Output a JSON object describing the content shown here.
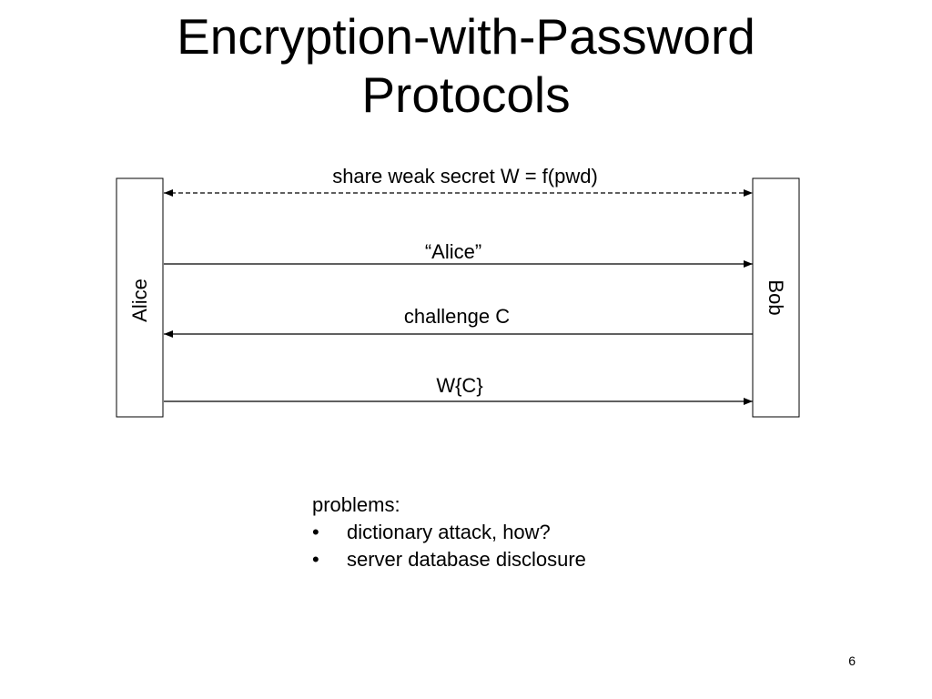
{
  "slide": {
    "title_line1": "Encryption-with-Password",
    "title_line2": "Protocols",
    "page_number": "6"
  },
  "diagram": {
    "left_party": "Alice",
    "right_party": "Bob",
    "messages": [
      {
        "label": "share weak secret W = f(pwd)",
        "direction": "both",
        "style": "dashed"
      },
      {
        "label": "“Alice”",
        "direction": "to-right",
        "style": "solid"
      },
      {
        "label": "challenge C",
        "direction": "to-left",
        "style": "solid"
      },
      {
        "label": "W{C}",
        "direction": "to-right",
        "style": "solid"
      }
    ]
  },
  "notes": {
    "heading": "problems:",
    "bullet_glyph": "•",
    "items": [
      "dictionary attack, how?",
      "server database disclosure"
    ]
  }
}
